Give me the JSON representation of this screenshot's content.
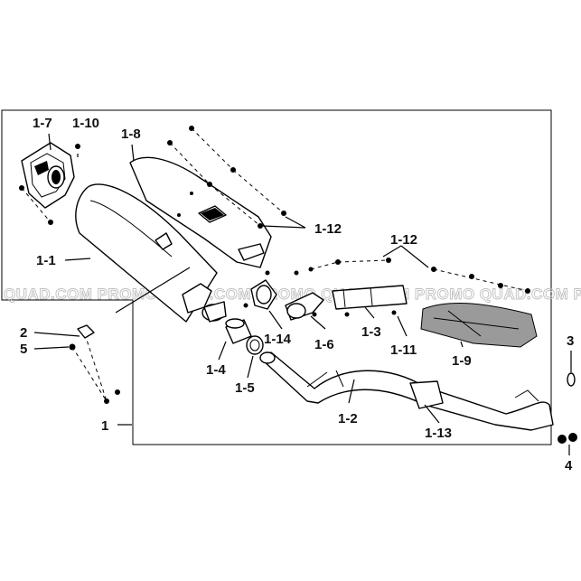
{
  "diagram": {
    "callouts": {
      "c1_7": "1-7",
      "c1_10": "1-10",
      "c1_8": "1-8",
      "c1_12a": "1-12",
      "c1_12b": "1-12",
      "c1_1": "1-1",
      "c2": "2",
      "c5": "5",
      "c1": "1",
      "c1_4": "1-4",
      "c1_5": "1-5",
      "c1_14": "1-14",
      "c1_6": "1-6",
      "c1_3": "1-3",
      "c1_11": "1-11",
      "c1_9": "1-9",
      "c1_2": "1-2",
      "c1_13": "1-13",
      "c3": "3",
      "c4": "4"
    },
    "watermark": "QUAD.COM   PROMO QUAD.COM   PROMO QUAD.COM   PROMO QUAD.COM   PRO",
    "colors": {
      "line": "#000000",
      "background": "#ffffff",
      "shading": "#9a9a9a",
      "watermark": "#bfbfbf"
    }
  }
}
